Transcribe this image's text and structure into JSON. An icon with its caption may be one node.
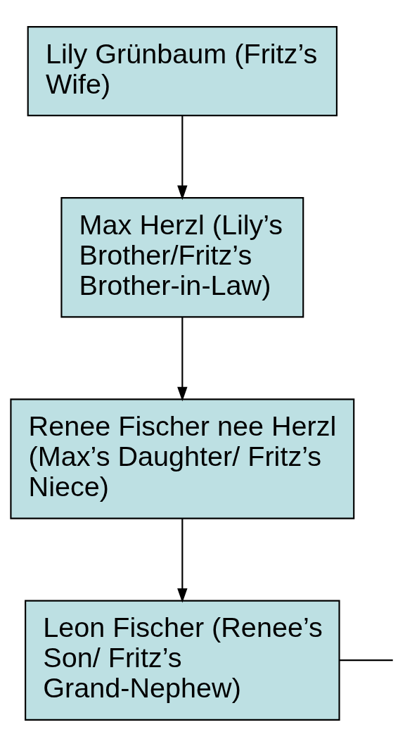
{
  "diagram": {
    "nodes": [
      {
        "text": [
          "Lily Grünbaum (Fritz’s Wife)"
        ]
      },
      {
        "text": [
          "Max Herzl (Lily’s Brother/Fritz’s Brother-in-Law)"
        ]
      },
      {
        "text": [
          "Renee Fischer nee Herzl (Max’s Daughter/ Fritz’s Niece)"
        ]
      },
      {
        "text": [
          "Leon Fischer (Renee’s Son/ Fritz’s Grand-Nephew)"
        ]
      }
    ],
    "edges": [
      {
        "from": 0,
        "to": 1,
        "arrow": "to"
      },
      {
        "from": 1,
        "to": 2,
        "arrow": "to"
      },
      {
        "from": 2,
        "to": 3,
        "arrow": "to"
      },
      {
        "from": 3,
        "to": null,
        "arrow": "none"
      }
    ]
  }
}
